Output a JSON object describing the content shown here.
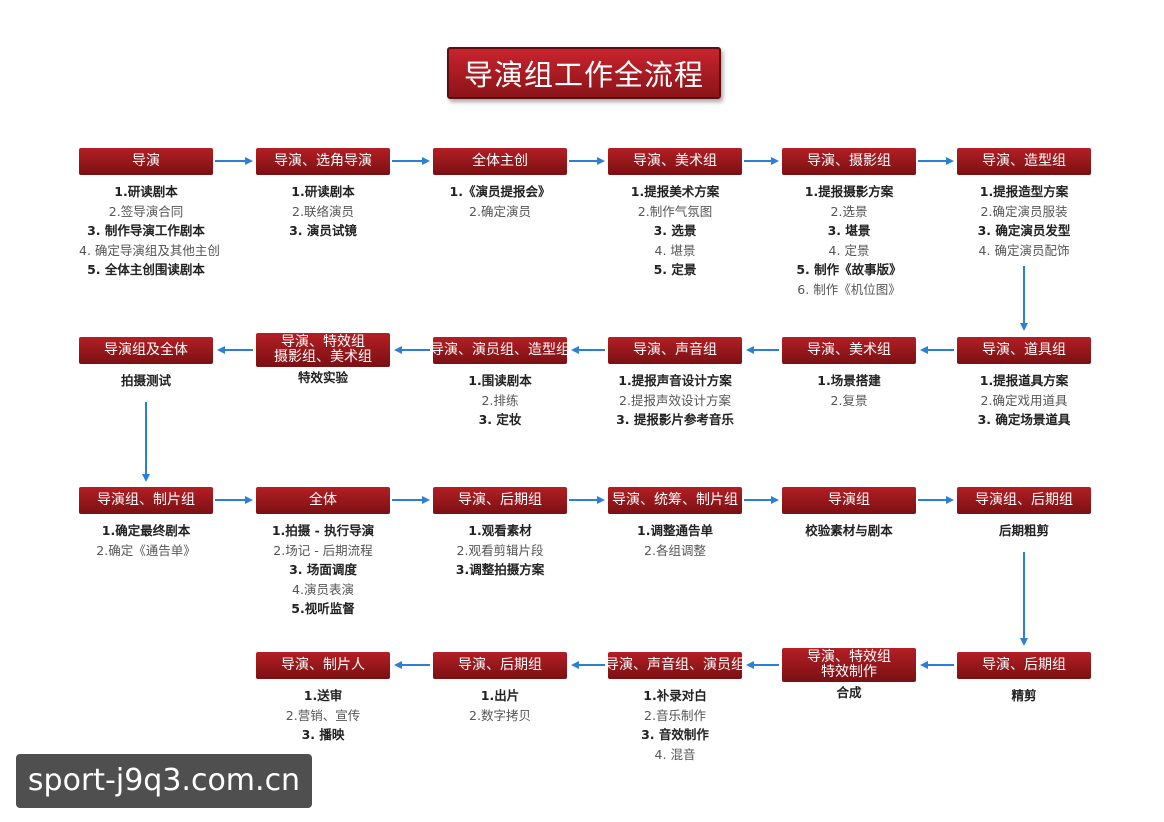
{
  "title": "导演组工作全流程",
  "watermark": "sport-j9q3.com.cn",
  "colors": {
    "box": "#a31a1f",
    "arrow": "#2a7fd6"
  },
  "nodes": [
    {
      "id": "n1",
      "label": "导演",
      "items": [
        {
          "t": "1.研读剧本",
          "b": true
        },
        {
          "t": "2.签导演合同",
          "b": false
        },
        {
          "t": "3. 制作导演工作剧本",
          "b": true
        },
        {
          "t": "4. 确定导演组及其他主创",
          "b": false
        },
        {
          "t": "5. 全体主创围读剧本",
          "b": true
        }
      ]
    },
    {
      "id": "n2",
      "label": "导演、选角导演",
      "items": [
        {
          "t": "1.研读剧本",
          "b": true
        },
        {
          "t": "2.联络演员",
          "b": false
        },
        {
          "t": "3. 演员试镜",
          "b": true
        }
      ]
    },
    {
      "id": "n3",
      "label": "全体主创",
      "items": [
        {
          "t": "1.《演员提报会》",
          "b": true
        },
        {
          "t": "2.确定演员",
          "b": false
        }
      ]
    },
    {
      "id": "n4",
      "label": "导演、美术组",
      "items": [
        {
          "t": "1.提报美术方案",
          "b": true
        },
        {
          "t": "2.制作气氛图",
          "b": false
        },
        {
          "t": "3. 选景",
          "b": true
        },
        {
          "t": "4. 堪景",
          "b": false
        },
        {
          "t": "5. 定景",
          "b": true
        }
      ]
    },
    {
      "id": "n5",
      "label": "导演、摄影组",
      "items": [
        {
          "t": "1.提报摄影方案",
          "b": true
        },
        {
          "t": "2.选景",
          "b": false
        },
        {
          "t": "3. 堪景",
          "b": true
        },
        {
          "t": "4. 定景",
          "b": false
        },
        {
          "t": "5. 制作《故事版》",
          "b": true
        },
        {
          "t": "6. 制作《机位图》",
          "b": false
        }
      ]
    },
    {
      "id": "n6",
      "label": "导演、造型组",
      "items": [
        {
          "t": "1.提报造型方案",
          "b": true
        },
        {
          "t": "2.确定演员服装",
          "b": false
        },
        {
          "t": "3. 确定演员发型",
          "b": true
        },
        {
          "t": "4. 确定演员配饰",
          "b": false
        }
      ]
    },
    {
      "id": "n7",
      "label": "导演、道具组",
      "items": [
        {
          "t": "1.提报道具方案",
          "b": true
        },
        {
          "t": "2.确定戏用道具",
          "b": false
        },
        {
          "t": "3. 确定场景道具",
          "b": true
        }
      ]
    },
    {
      "id": "n8",
      "label": "导演、美术组",
      "items": [
        {
          "t": "1.场景搭建",
          "b": true
        },
        {
          "t": "2.复景",
          "b": false
        }
      ]
    },
    {
      "id": "n9",
      "label": "导演、声音组",
      "items": [
        {
          "t": "1.提报声音设计方案",
          "b": true
        },
        {
          "t": "2.提报声效设计方案",
          "b": false
        },
        {
          "t": "3. 提报影片参考音乐",
          "b": true
        }
      ]
    },
    {
      "id": "n10",
      "label": "导演、演员组、造型组",
      "items": [
        {
          "t": "1.围读剧本",
          "b": true
        },
        {
          "t": "2.排练",
          "b": false
        },
        {
          "t": "3. 定妆",
          "b": true
        }
      ]
    },
    {
      "id": "n11",
      "label": "导演、特效组",
      "label2": "摄影组、美术组",
      "items": [
        {
          "t": "特效实验",
          "b": true
        }
      ]
    },
    {
      "id": "n12",
      "label": "导演组及全体",
      "items": [
        {
          "t": "拍摄测试",
          "b": true
        }
      ]
    },
    {
      "id": "n13",
      "label": "导演组、制片组",
      "items": [
        {
          "t": "1.确定最终剧本",
          "b": true
        },
        {
          "t": "2.确定《通告单》",
          "b": false
        }
      ]
    },
    {
      "id": "n14",
      "label": "全体",
      "items": [
        {
          "t": "1.拍摄 - 执行导演",
          "b": true
        },
        {
          "t": "2.场记 - 后期流程",
          "b": false
        },
        {
          "t": "3. 场面调度",
          "b": true
        },
        {
          "t": "4.演员表演",
          "b": false
        },
        {
          "t": "5.视听监督",
          "b": true
        }
      ]
    },
    {
      "id": "n15",
      "label": "导演、后期组",
      "items": [
        {
          "t": "1.观看素材",
          "b": true
        },
        {
          "t": "2.观看剪辑片段",
          "b": false
        },
        {
          "t": "3.调整拍摄方案",
          "b": true
        }
      ]
    },
    {
      "id": "n16",
      "label": "导演、统筹、制片组",
      "items": [
        {
          "t": "1.调整通告单",
          "b": true
        },
        {
          "t": "2.各组调整",
          "b": false
        }
      ]
    },
    {
      "id": "n17",
      "label": "导演组",
      "items": [
        {
          "t": "校验素材与剧本",
          "b": true
        }
      ]
    },
    {
      "id": "n18",
      "label": "导演组、后期组",
      "items": [
        {
          "t": "后期粗剪",
          "b": true
        }
      ]
    },
    {
      "id": "n19",
      "label": "导演、后期组",
      "items": [
        {
          "t": "精剪",
          "b": true
        }
      ]
    },
    {
      "id": "n20",
      "label": "导演、特效组",
      "label2": "特效制作",
      "items": [
        {
          "t": "合成",
          "b": true
        }
      ]
    },
    {
      "id": "n21",
      "label": "导演、声音组、演员组",
      "items": [
        {
          "t": "1.补录对白",
          "b": true
        },
        {
          "t": "2.音乐制作",
          "b": false
        },
        {
          "t": "3. 音效制作",
          "b": true
        },
        {
          "t": "4. 混音",
          "b": false
        }
      ]
    },
    {
      "id": "n22",
      "label": "导演、后期组",
      "items": [
        {
          "t": "1.出片",
          "b": true
        },
        {
          "t": "2.数字拷贝",
          "b": false
        }
      ]
    },
    {
      "id": "n23",
      "label": "导演、制片人",
      "items": [
        {
          "t": "1.送审",
          "b": true
        },
        {
          "t": "2.营销、宣传",
          "b": false
        },
        {
          "t": "3. 播映",
          "b": true
        }
      ]
    }
  ]
}
